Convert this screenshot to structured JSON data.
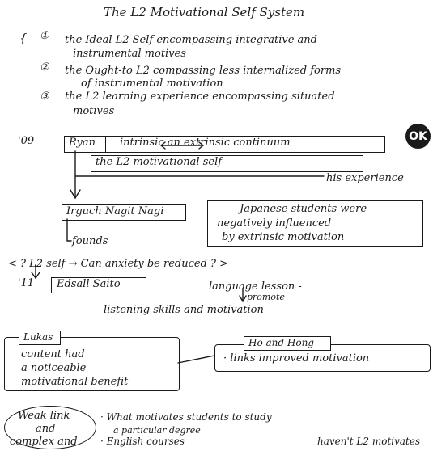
{
  "title": "The L2 Motivational Self System",
  "items": [
    {
      "num": "①",
      "line1": "the Ideal L2 Self encompassing integrative and",
      "line2": "instrumental motives"
    },
    {
      "num": "②",
      "line1": "the Ought-to L2 compassing less internalized forms",
      "line2": "of instrumental motivation"
    },
    {
      "num": "③",
      "line1": "the L2 learning experience encompassing situated",
      "line2": "motives"
    }
  ],
  "ryan": {
    "year": "'09",
    "name": "Ryan",
    "continuum": "intrinsic an extrinsic continuum",
    "self_box": "the L2 motivational self",
    "experience": "his experience",
    "ok": "OK"
  },
  "irie": {
    "name": "Irguch Nagit Nagi",
    "finding1": "Japanese students were",
    "finding2": "negatively influenced",
    "finding3": "by extrinsic motivation",
    "founds": "founds"
  },
  "question": "< ? L2 self → Can anxiety be reduced ? >",
  "edsall": {
    "year": "'11",
    "name": "Edsall Saito",
    "lesson": "language lesson -",
    "promote": "promote",
    "skills": "listening skills and motivation"
  },
  "lukas": {
    "name": "Lukas",
    "line1": "content had",
    "line2": "a noticeable",
    "line3": "motivational benefit"
  },
  "ho": {
    "name": "Ho and Hong",
    "line1": "· links improved motivation"
  },
  "bottom": {
    "bubble1": "Weak link",
    "bubble2": "and",
    "bubble3": "complex and",
    "note1": "· What motivates students to study",
    "note2": "a particular degree",
    "note3": "· English courses",
    "note4": "haven't L2 motivates"
  }
}
